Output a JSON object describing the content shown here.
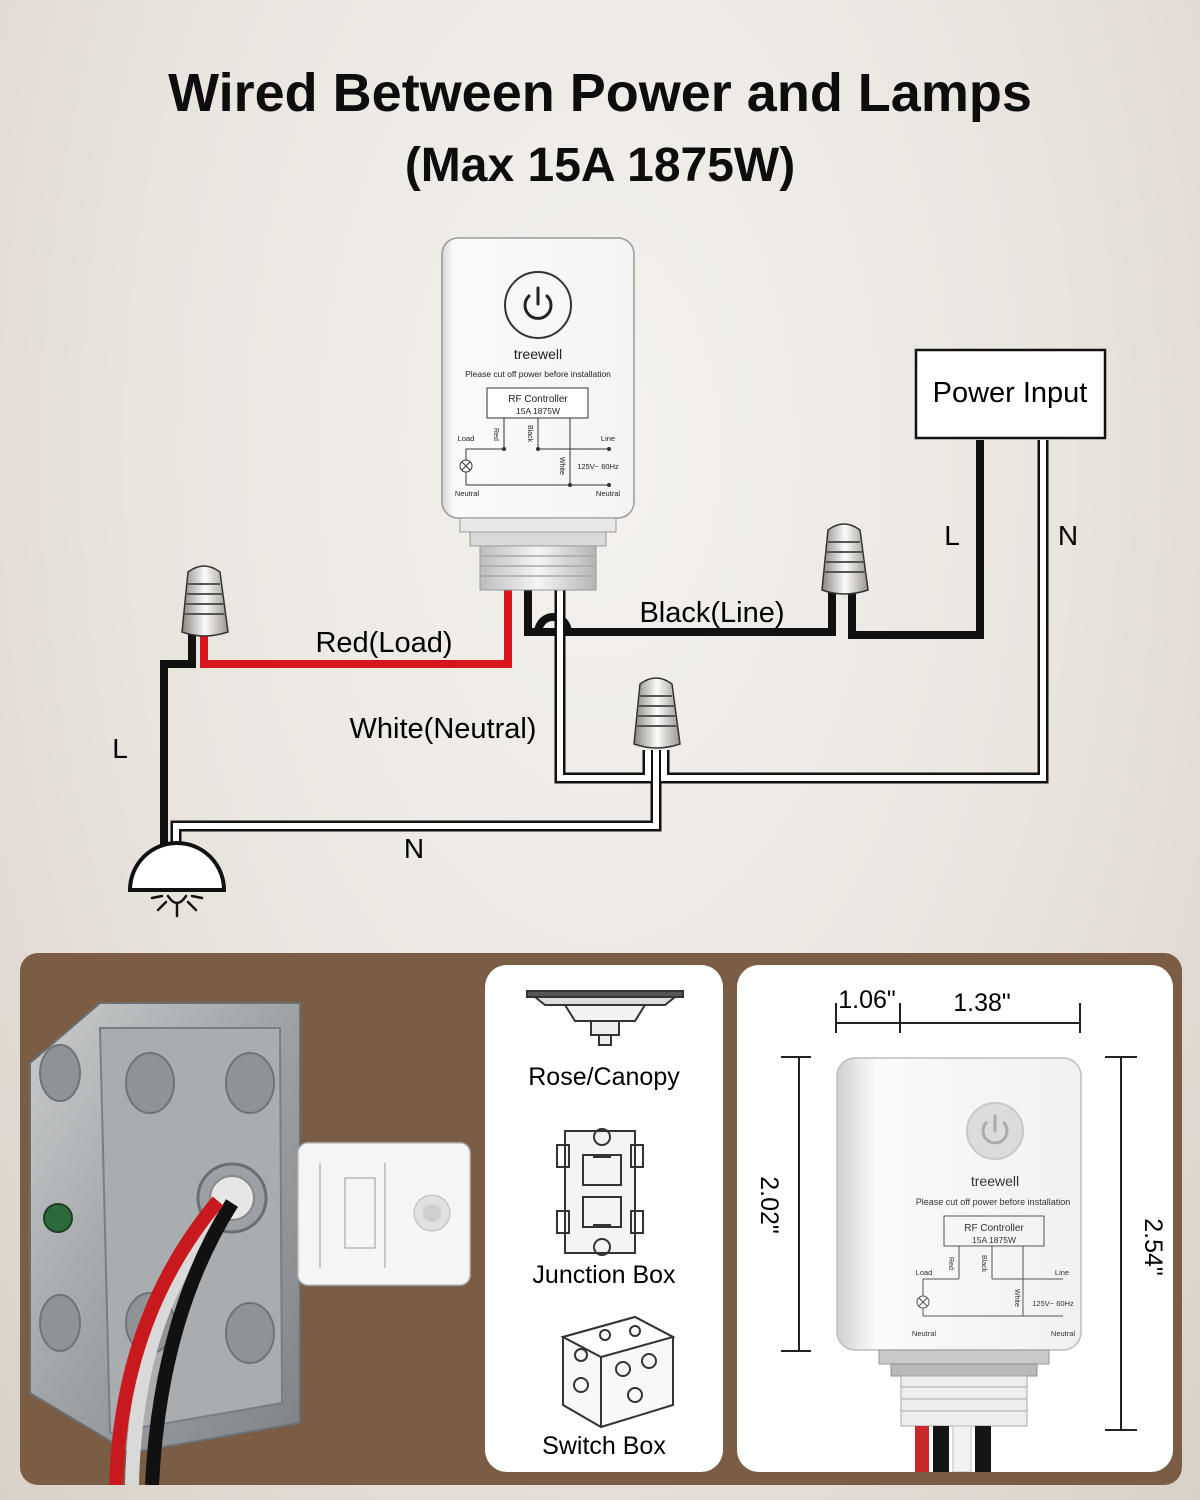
{
  "title": {
    "line1": "Wired Between Power and Lamps",
    "line2": "(Max 15A 1875W)"
  },
  "device": {
    "brand": "treewell",
    "warning": "Please cut off power before installation",
    "module_name": "RF Controller",
    "module_rating": "15A  1875W",
    "terminal_load": "Load",
    "terminal_red": "Red",
    "terminal_black": "Black",
    "terminal_line": "Line",
    "terminal_white": "White",
    "voltage": "125V~ 60Hz",
    "terminal_neutral_left": "Neutral",
    "terminal_neutral_right": "Neutral"
  },
  "labels": {
    "power_input": "Power Input",
    "wire_red": "Red(Load)",
    "wire_black": "Black(Line)",
    "wire_white": "White(Neutral)",
    "L_right": "L",
    "N_right": "N",
    "L_left": "L",
    "N_bottom": "N"
  },
  "mounting": {
    "items": [
      "Rose/Canopy",
      "Junction Box",
      "Switch Box"
    ]
  },
  "dimensions": {
    "depth": "1.06\"",
    "width": "1.38\"",
    "body_height": "2.02\"",
    "total_height": "2.54\""
  },
  "colors": {
    "red_wire": "#d8141c",
    "black_wire": "#111111",
    "white_wire": "#ffffff",
    "panel_brown": "#7a5d44"
  }
}
